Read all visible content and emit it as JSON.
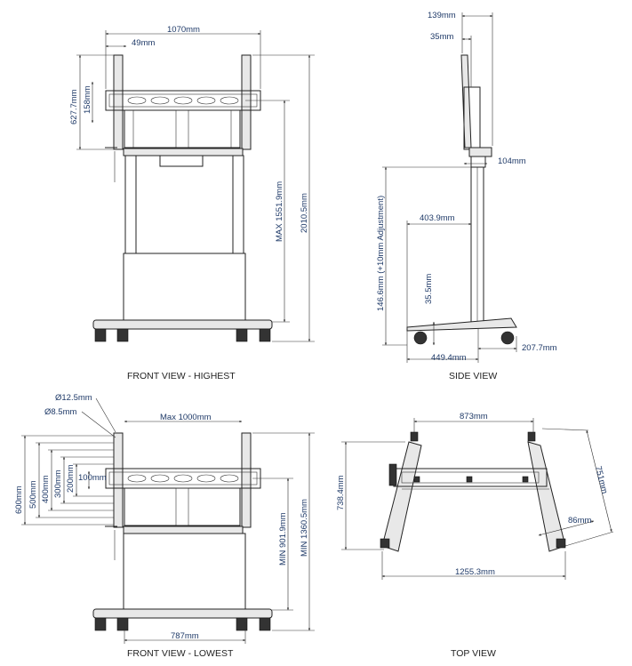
{
  "views": {
    "front_highest": {
      "caption": "FRONT VIEW - HIGHEST",
      "dims": {
        "width_total": "1070mm",
        "bracket_offset": "49mm",
        "vesa_height": "627.7mm",
        "vesa_inner": "158mm",
        "max_height": "MAX 1551.9mm",
        "total_height": "2010.5mm"
      }
    },
    "side": {
      "caption": "SIDE VIEW",
      "dims": {
        "top_depth": "139mm",
        "top_offset": "35mm",
        "column": "104mm",
        "reach": "403.9mm",
        "adjust": "146.6mm (+10mm Adjustment)",
        "foot_height": "35.5mm",
        "rear_foot": "207.7mm",
        "base_depth": "449.4mm"
      }
    },
    "front_lowest": {
      "caption": "FRONT VIEW - LOWEST",
      "dims": {
        "hole_large": "Ø12.5mm",
        "hole_small": "Ø8.5mm",
        "max_width": "Max 1000mm",
        "v600": "600mm",
        "v500": "500mm",
        "v400": "400mm",
        "v300": "300mm",
        "v200": "200mm",
        "v100": "100mm",
        "min_height": "MIN 901.9mm",
        "min_total": "MIN 1360.5mm",
        "base_width": "787mm"
      }
    },
    "top": {
      "caption": "TOP VIEW",
      "dims": {
        "span": "873mm",
        "leg_length": "751mm",
        "depth": "738.4mm",
        "leg_width": "86mm",
        "total_width": "1255.3mm"
      }
    }
  },
  "colors": {
    "dimension_text": "#1f3a68",
    "line": "#222222"
  }
}
